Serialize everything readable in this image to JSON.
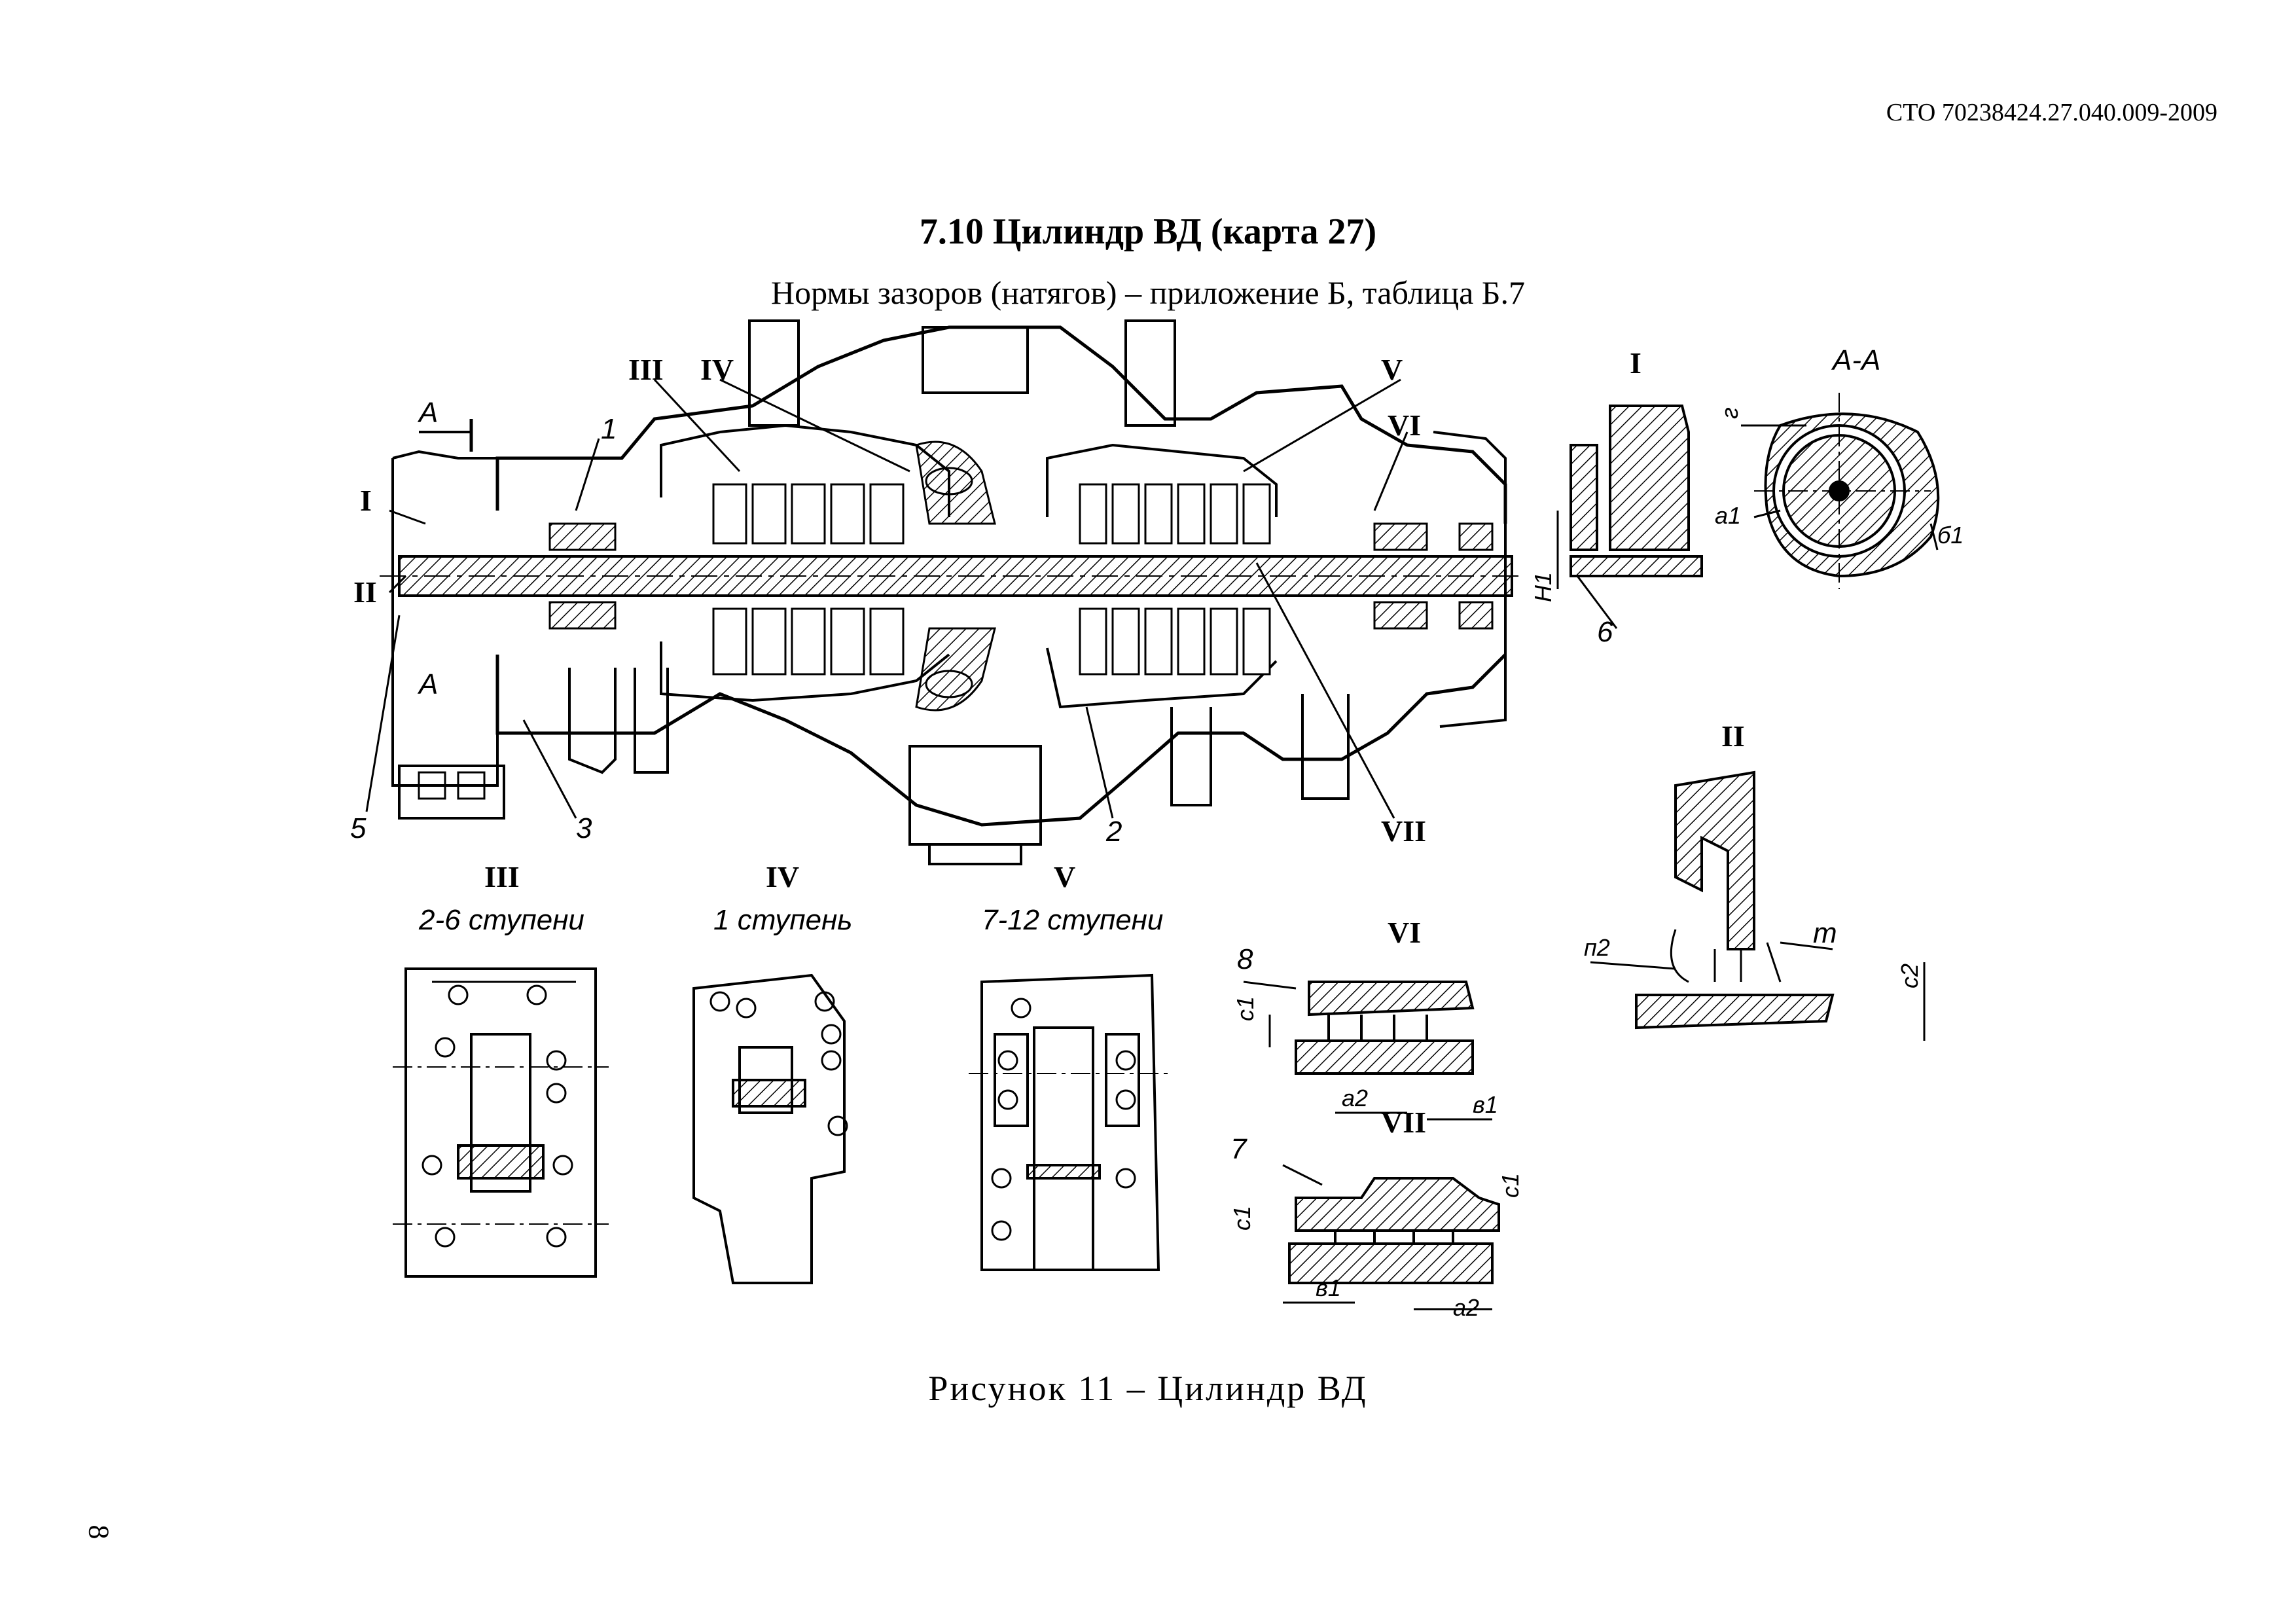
{
  "header": {
    "doc_code": "СТО 70238424.27.040.009-2009"
  },
  "section": {
    "title": "7.10 Цилиндр ВД (карта 27)",
    "subtitle": "Нормы зазоров (натягов) – приложение Б, таблица Б.7"
  },
  "figure": {
    "caption": "Рисунок 11 – Цилиндр ВД",
    "main_labels": {
      "A_top": "А",
      "A_bottom": "А",
      "I": "I",
      "II": "II",
      "III": "III",
      "IV": "IV",
      "V": "V",
      "VI": "VI",
      "VII": "VII",
      "n1": "1",
      "n2": "2",
      "n3": "3",
      "n5": "5"
    },
    "detail_I": {
      "title": "I",
      "n6": "6",
      "h1": "Н1"
    },
    "detail_AA": {
      "title": "А-А",
      "g": "г",
      "a1": "а1",
      "b1": "б1"
    },
    "detail_II": {
      "title": "II",
      "n2": "п2",
      "t": "т",
      "c2": "с2"
    },
    "detail_III": {
      "title": "III",
      "subtitle": "2-6 ступени"
    },
    "detail_IV": {
      "title": "IV",
      "subtitle": "1 ступень"
    },
    "detail_V": {
      "title": "V",
      "subtitle": "7-12 ступени"
    },
    "detail_VI": {
      "title": "VI",
      "n8": "8",
      "c1": "с1",
      "a2": "а2",
      "v1": "в1"
    },
    "detail_VII": {
      "title": "VII",
      "n7": "7",
      "c1_left": "с1",
      "c1_right": "с1",
      "v1": "в1",
      "a2": "а2"
    }
  },
  "page": {
    "number": "8"
  }
}
